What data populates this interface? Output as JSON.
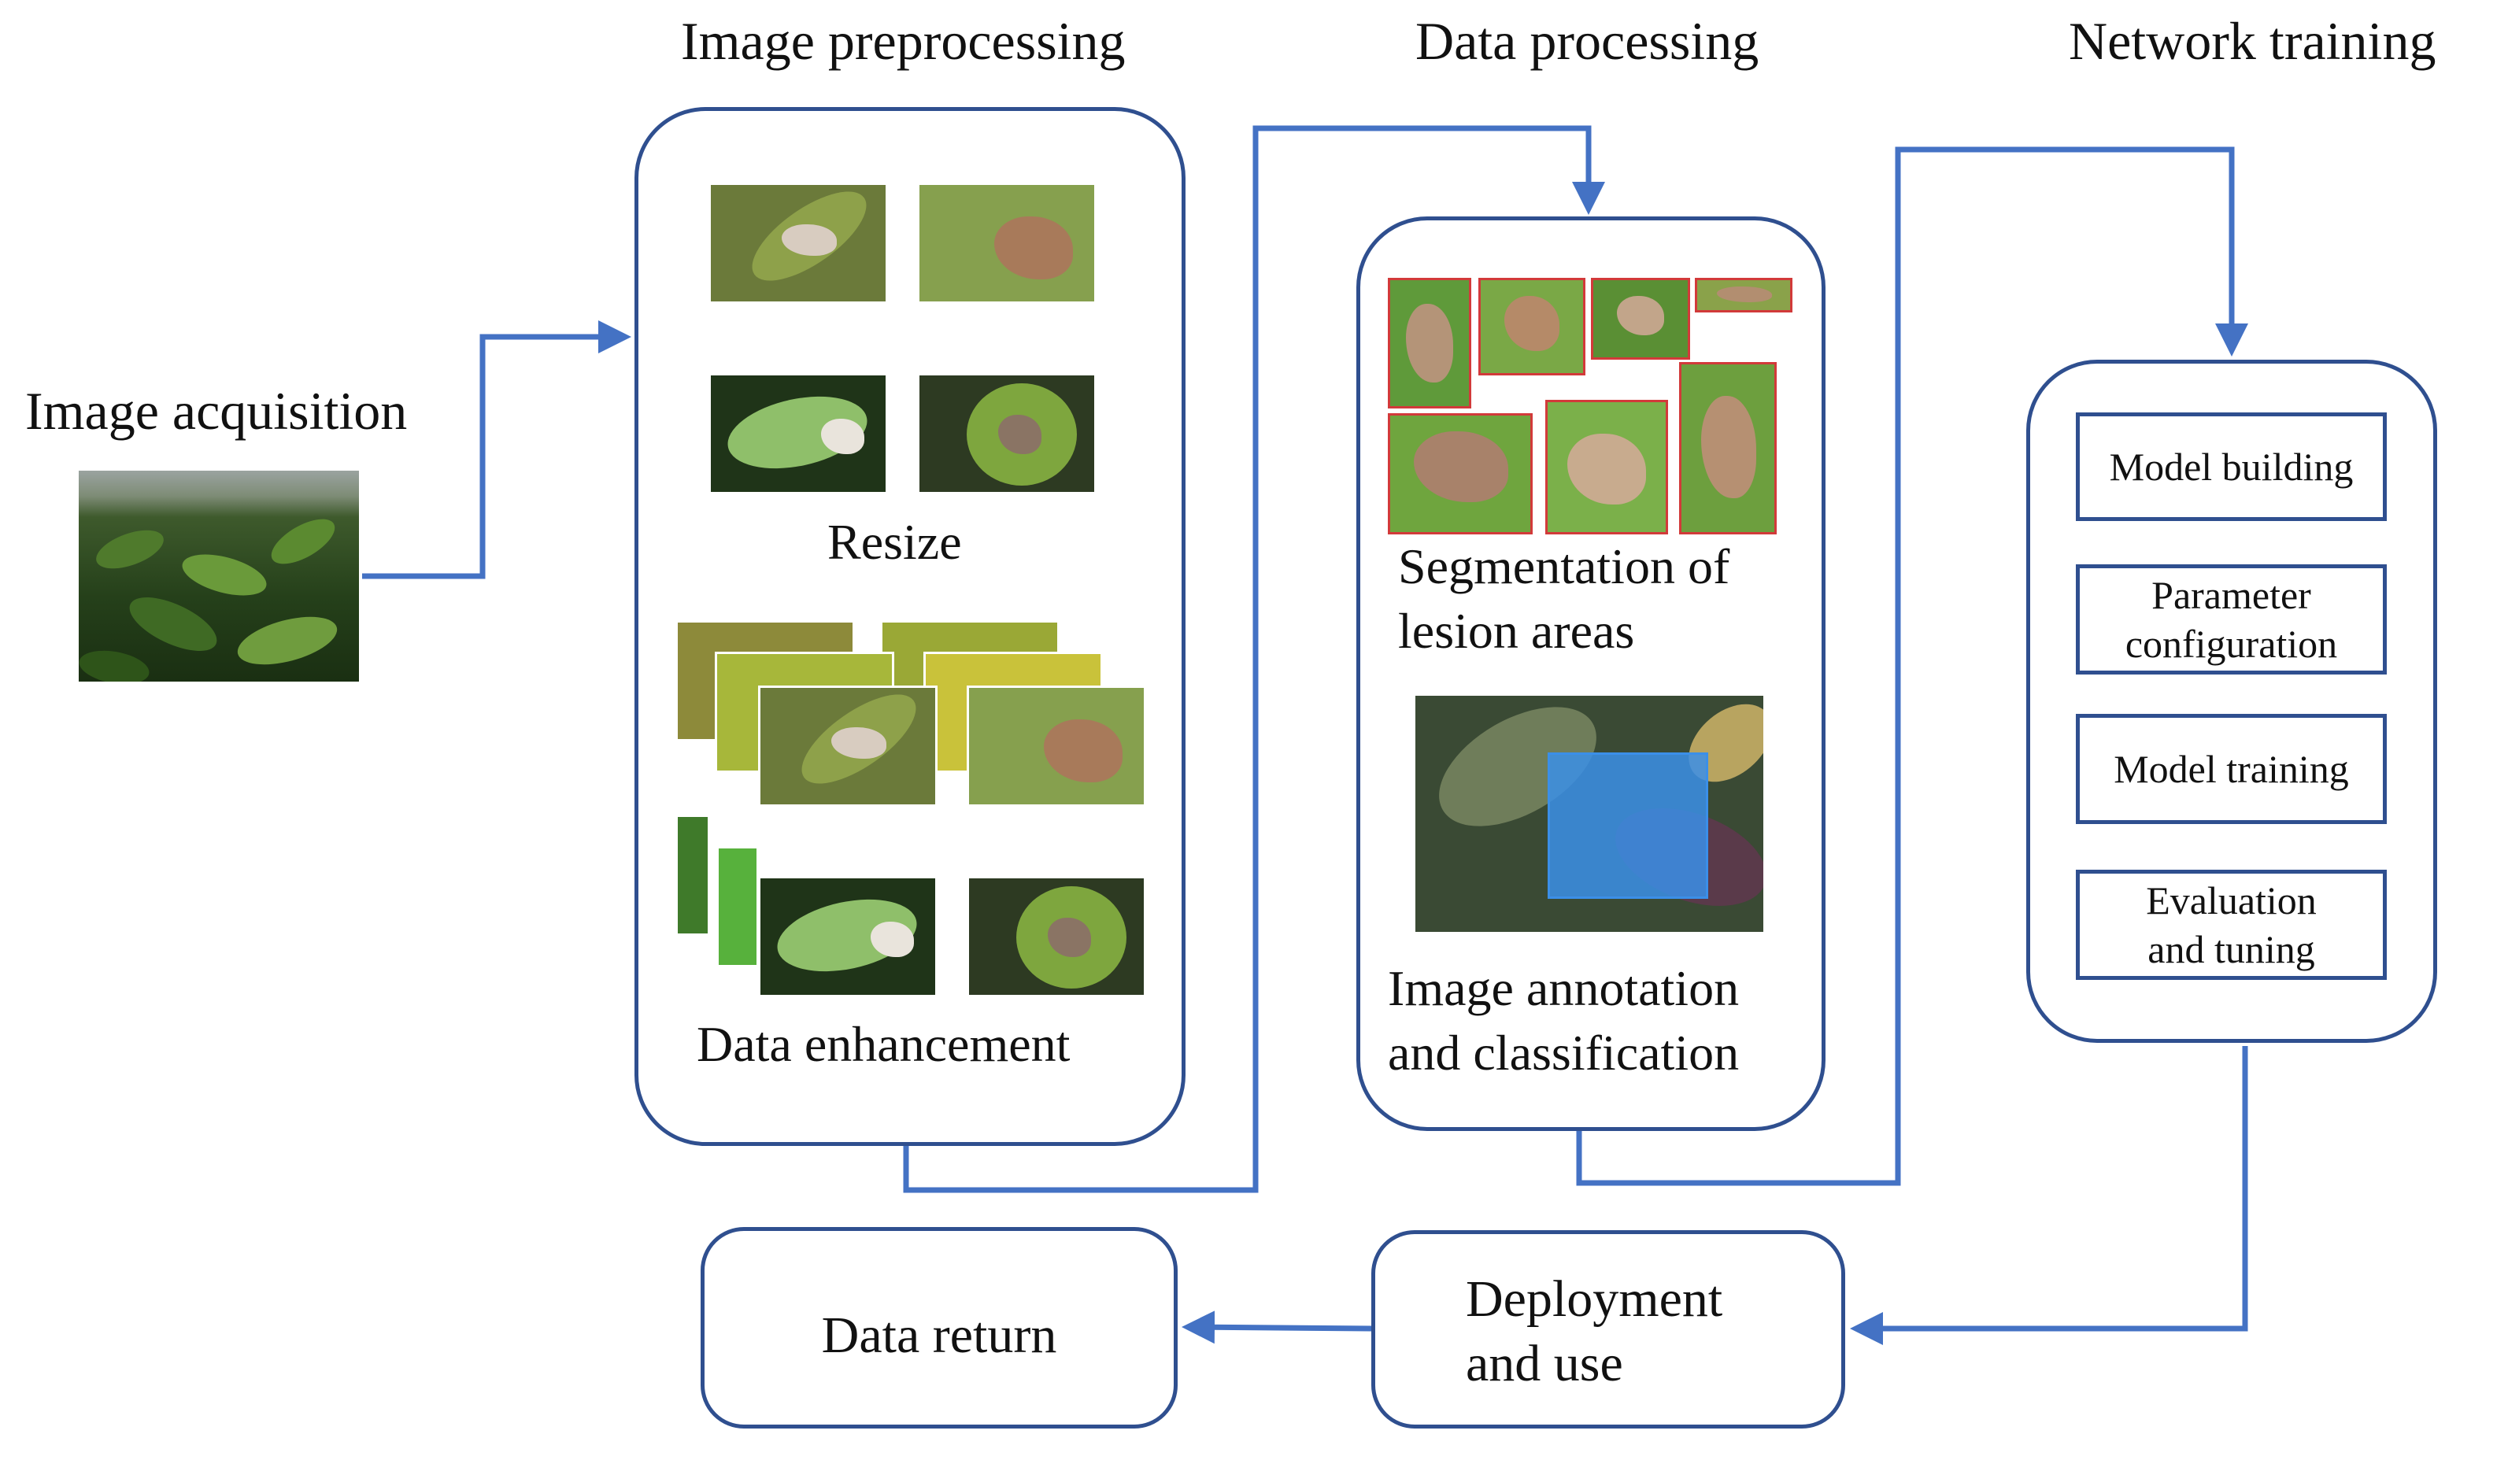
{
  "headings": {
    "image_acquisition": "Image acquisition",
    "image_preprocessing": "Image preprocessing",
    "data_processing": "Data processing",
    "network_training": "Network training"
  },
  "preprocessing": {
    "resize_label": "Resize",
    "enhancement_label": "Data enhancement"
  },
  "data_processing": {
    "segmentation_line1": "Segmentation of",
    "segmentation_line2": "lesion areas",
    "annotation_line1": "Image annotation",
    "annotation_line2": "and classification"
  },
  "network_training": {
    "steps": [
      {
        "line1": "Model building",
        "line2": ""
      },
      {
        "line1": "Parameter",
        "line2": "configuration"
      },
      {
        "line1": "Model training",
        "line2": ""
      },
      {
        "line1": "Evaluation",
        "line2": "and tuning"
      }
    ]
  },
  "outputs": {
    "deployment_line1": "Deployment",
    "deployment_line2": "and use",
    "data_return": "Data return"
  },
  "colors": {
    "arrow": "#4472c4",
    "box_border": "#2f4f8f",
    "annotation_overlay": "#3b8fe8"
  }
}
